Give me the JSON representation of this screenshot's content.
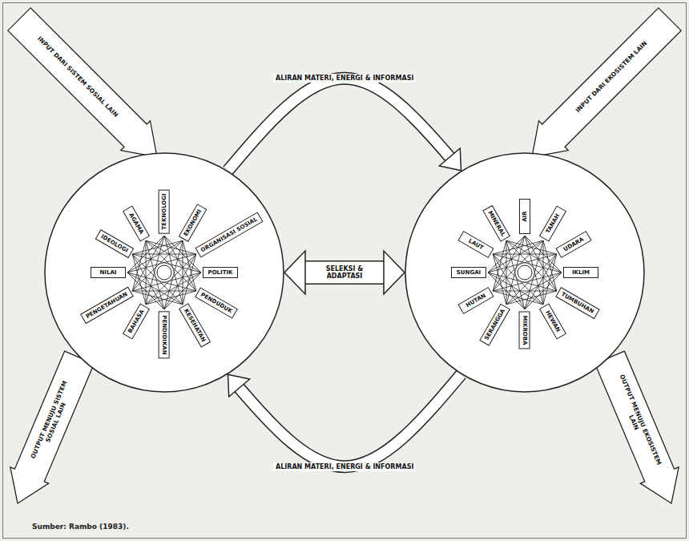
{
  "diagram": {
    "caption": "Sumber: Rambo (1983).",
    "nodes": [
      {
        "text": []
      },
      {
        "text": [
          "TEKNOLOGI"
        ],
        "in": 0
      },
      {
        "text": [
          "EKONOMI"
        ],
        "in": 0
      },
      {
        "text": [
          "ORGANISASI SOSIAL"
        ],
        "in": 0
      },
      {
        "text": [
          "POLITIK"
        ],
        "in": 0
      },
      {
        "text": [
          "PENDUDUK"
        ],
        "in": 0
      },
      {
        "text": [
          "KESEHATAN"
        ],
        "in": 0
      },
      {
        "text": [
          "PENDIDIKAN"
        ],
        "in": 0
      },
      {
        "text": [
          "BAHASA"
        ],
        "in": 0
      },
      {
        "text": [
          "PENGETAHUAN"
        ],
        "in": 0
      },
      {
        "text": [
          "NILAI"
        ],
        "in": 0
      },
      {
        "text": [
          "IDEOLOGI"
        ],
        "in": 0
      },
      {
        "text": [
          "AGAMA"
        ],
        "in": 0
      },
      {
        "text": []
      },
      {
        "text": [
          "AIR"
        ],
        "in": 13
      },
      {
        "text": [
          "TANAH"
        ],
        "in": 13
      },
      {
        "text": [
          "UDARA"
        ],
        "in": 13
      },
      {
        "text": [
          "IKLIM"
        ],
        "in": 13
      },
      {
        "text": [
          "TUMBUHAN"
        ],
        "in": 13
      },
      {
        "text": [
          "HEWAN"
        ],
        "in": 13
      },
      {
        "text": [
          "MIKROBA"
        ],
        "in": 13
      },
      {
        "text": [
          "SERANGGA"
        ],
        "in": 13
      },
      {
        "text": [
          "HUTAN"
        ],
        "in": 13
      },
      {
        "text": [
          "SUNGAI"
        ],
        "in": 13
      },
      {
        "text": [
          "LAUT"
        ],
        "in": 13
      },
      {
        "text": [
          "MINERAL"
        ],
        "in": 13
      }
    ],
    "edges": [
      {
        "from": 0,
        "to": 13,
        "label": "ALIRAN MATERI, ENERGI & INFORMASI",
        "arrow": "to"
      },
      {
        "from": 13,
        "to": 0,
        "label": "ALIRAN MATERI, ENERGI & INFORMASI",
        "arrow": "to"
      },
      {
        "from": 0,
        "to": 13,
        "label": "SELEKSI & ADAPTASI",
        "arrow": "both"
      }
    ],
    "labels": [
      "INPUT DARI SISTEM SOSIAL LAIN",
      "INPUT DARI EKOSISTEM LAIN",
      "OUTPUT MENUJU SISTEM SOSIAL LAIN",
      "OUTPUT MENUJU EKOSISTEM LAIN"
    ]
  }
}
